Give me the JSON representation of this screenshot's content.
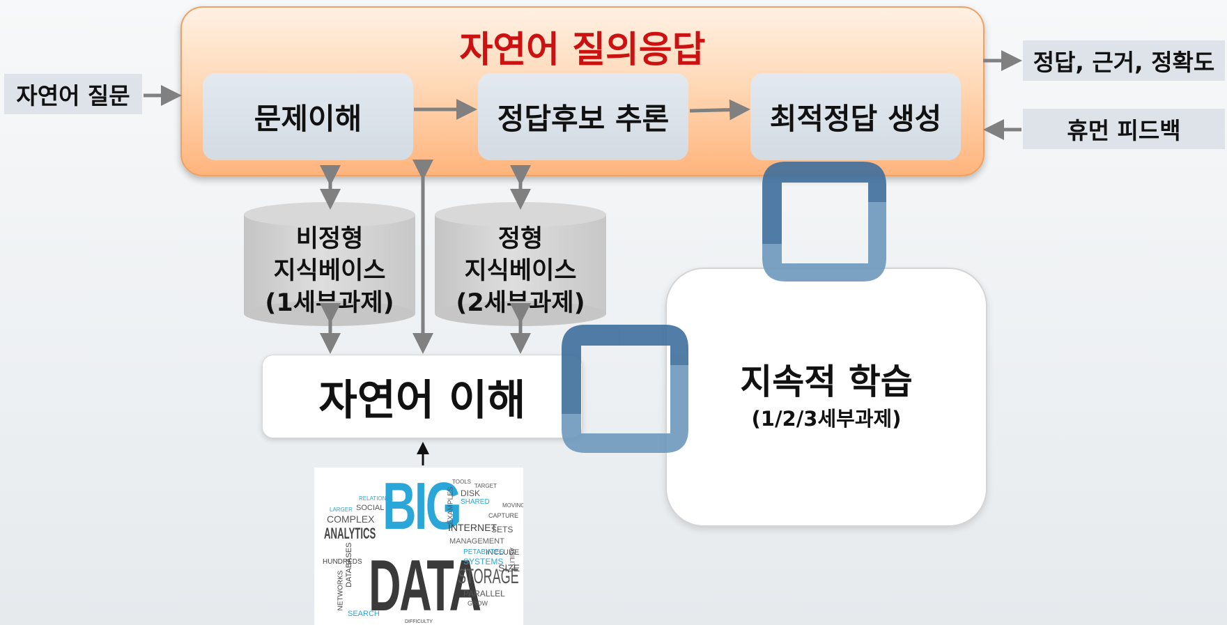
{
  "left_input": "자연어 질문",
  "outer_title": "자연어 질의응답",
  "steps": [
    "문제이해",
    "정답후보 추론",
    "최적정답 생성"
  ],
  "right_output": "정답, 근거, 정확도",
  "right_feedback": "휴먼 피드백",
  "kb_unstructured": [
    "비정형",
    "지식베이스",
    "(1세부과제)"
  ],
  "kb_structured": [
    "정형",
    "지식베이스",
    "(2세부과제)"
  ],
  "nlu": "자연어 이해",
  "learning": {
    "title": "지속적 학습",
    "subtitle": "(1/2/3세부과제)"
  },
  "bigdata": {
    "big": "BIG",
    "data": "DATA",
    "words": [
      "ANALYTICS",
      "COMPLEX",
      "SOCIAL",
      "INTERNET",
      "MANAGEMENT",
      "SYSTEMS",
      "STORAGE",
      "PARALLEL",
      "DATABASES",
      "NETWORKS",
      "HUNDREDS",
      "SEARCH",
      "SIZE",
      "SETS",
      "INCLUDE",
      "DISK",
      "SHARED",
      "EXAMPLES",
      "PETABYTES",
      "RELATIONAL",
      "LARGER",
      "GROW",
      "CAPTURE",
      "DIFFICULTY",
      "TOOLS",
      "TARGET",
      "ABILITY",
      "MOVING"
    ]
  },
  "colors": {
    "title_red": "#cc1111",
    "cycle_blue_dark": "#3f6f9c",
    "cycle_blue_light": "#6e98bd",
    "arrow_gray": "#808080",
    "bigdata_cyan": "#2aa6d8"
  }
}
